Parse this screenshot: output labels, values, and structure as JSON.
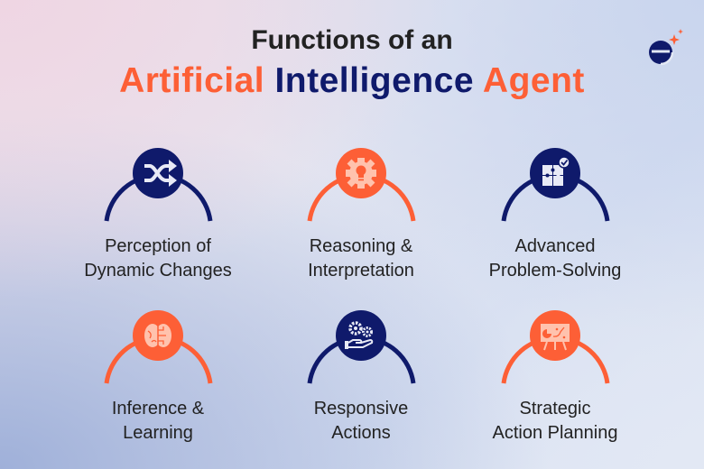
{
  "header": {
    "line1": "Functions of an",
    "line2": {
      "word1": "Artificial",
      "word2": "Intelligence",
      "word3": "Agent"
    }
  },
  "logo": {
    "icon": "e-logo-with-sparkle"
  },
  "colors": {
    "navy": "#0f1a6b",
    "orange": "#fd5f36",
    "text": "#222222"
  },
  "items": [
    {
      "line1": "Perception of",
      "line2": "Dynamic Changes",
      "icon": "shuffle-icon",
      "color": "navy"
    },
    {
      "line1": "Reasoning &",
      "line2": "Interpretation",
      "icon": "gear-lightbulb-icon",
      "color": "orange"
    },
    {
      "line1": "Advanced",
      "line2": "Problem-Solving",
      "icon": "puzzle-check-icon",
      "color": "navy"
    },
    {
      "line1": "Inference &",
      "line2": "Learning",
      "icon": "brain-circuit-icon",
      "color": "orange"
    },
    {
      "line1": "Responsive",
      "line2": "Actions",
      "icon": "hand-gears-icon",
      "color": "navy"
    },
    {
      "line1": "Strategic",
      "line2": "Action Planning",
      "icon": "presentation-board-icon",
      "color": "orange"
    }
  ]
}
